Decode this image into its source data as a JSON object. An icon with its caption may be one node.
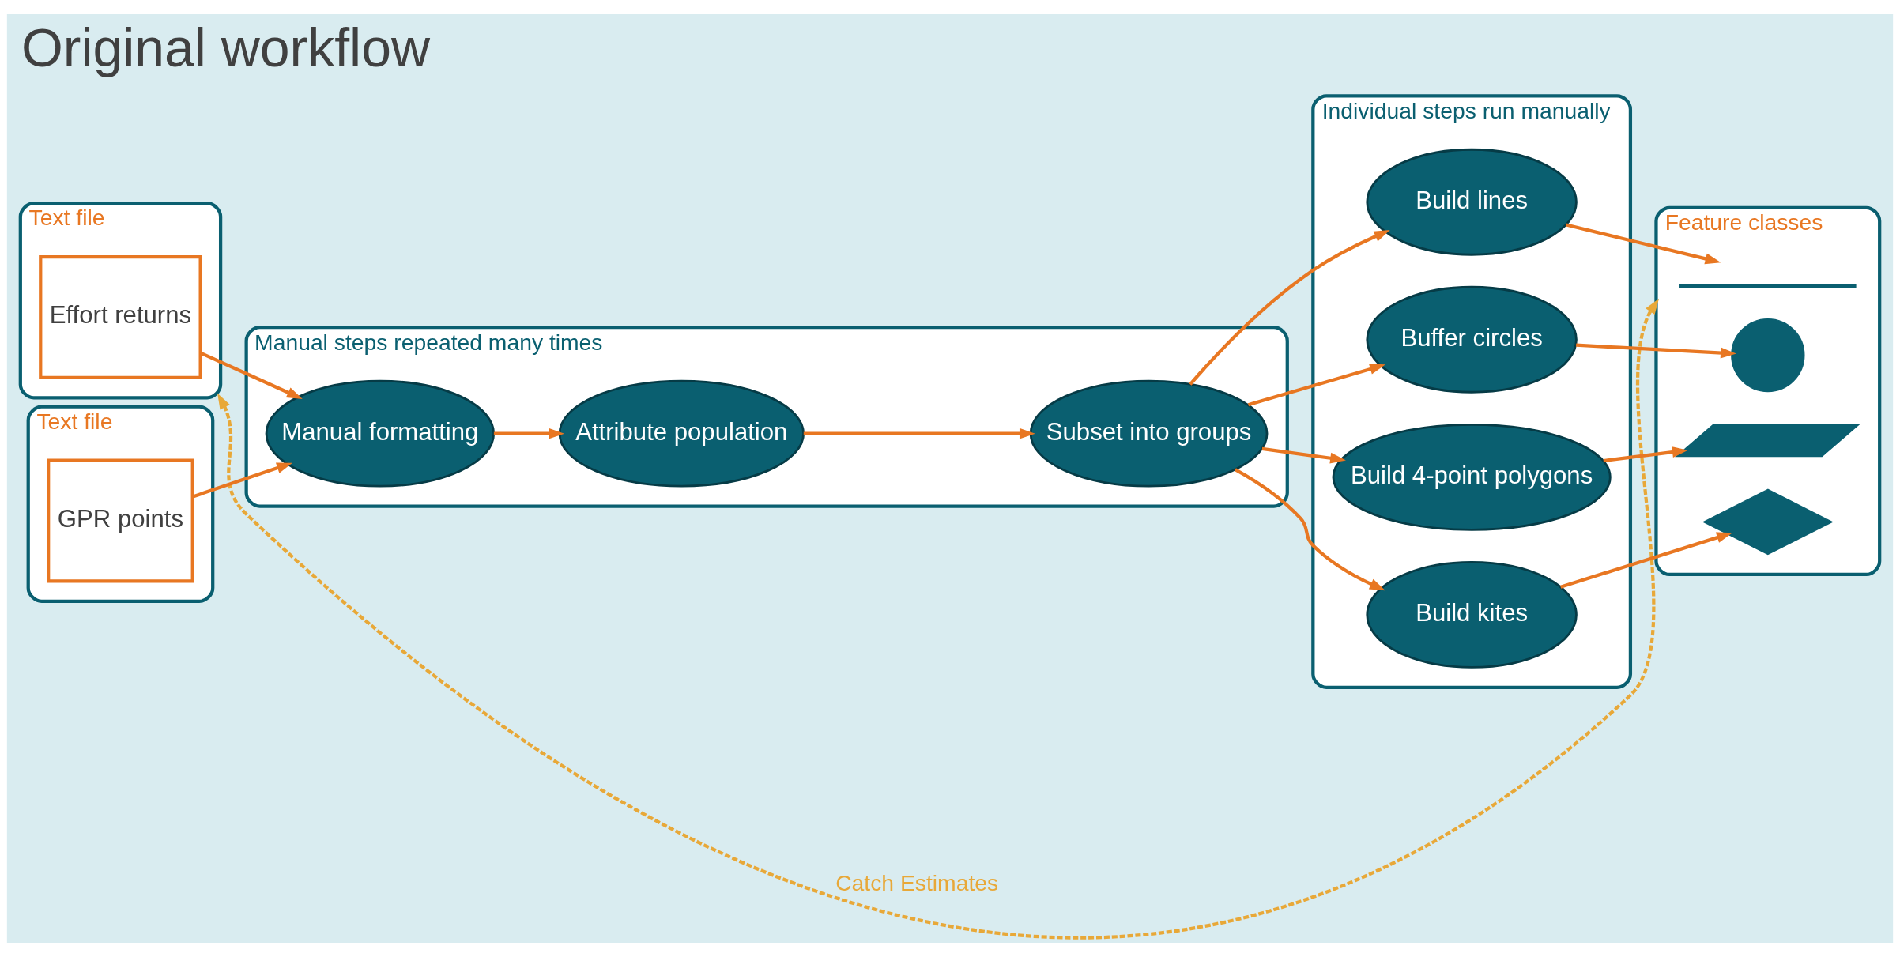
{
  "diagram": {
    "title": "Original workflow",
    "nodes": [
      {
        "text": [
          "Text file"
        ]
      },
      {
        "text": [
          "Effort returns"
        ],
        "in": 0
      },
      {
        "text": [
          "Text file"
        ]
      },
      {
        "text": [
          "GPR points"
        ],
        "in": 2
      },
      {
        "text": [
          "Manual steps repeated many times"
        ]
      },
      {
        "text": [
          "Manual formatting"
        ],
        "in": 4
      },
      {
        "text": [
          "Attribute population"
        ],
        "in": 4
      },
      {
        "text": [
          "Subset into groups"
        ],
        "in": 4
      },
      {
        "text": [
          "Individual steps run manually"
        ]
      },
      {
        "text": [
          "Build lines"
        ],
        "in": 8
      },
      {
        "text": [
          "Buffer circles"
        ],
        "in": 8
      },
      {
        "text": [
          "Build 4-point polygons"
        ],
        "in": 8
      },
      {
        "text": [
          "Build kites"
        ],
        "in": 8
      },
      {
        "text": [
          "Feature classes"
        ]
      },
      {
        "text": [],
        "shape": "line",
        "in": 13
      },
      {
        "text": [],
        "shape": "circle",
        "in": 13
      },
      {
        "text": [],
        "shape": "parallelogram",
        "in": 13
      },
      {
        "text": [],
        "shape": "kite",
        "in": 13
      }
    ],
    "edges": [
      {
        "from": 1,
        "to": 5,
        "arrow": "to"
      },
      {
        "from": 3,
        "to": 5,
        "arrow": "to"
      },
      {
        "from": 5,
        "to": 6,
        "arrow": "to"
      },
      {
        "from": 6,
        "to": 7,
        "arrow": "to"
      },
      {
        "from": 7,
        "to": 9,
        "arrow": "to"
      },
      {
        "from": 7,
        "to": 10,
        "arrow": "to"
      },
      {
        "from": 7,
        "to": 11,
        "arrow": "to"
      },
      {
        "from": 7,
        "to": 12,
        "arrow": "to"
      },
      {
        "from": 9,
        "to": 14,
        "arrow": "to"
      },
      {
        "from": 10,
        "to": 15,
        "arrow": "to"
      },
      {
        "from": 11,
        "to": 16,
        "arrow": "to"
      },
      {
        "from": 12,
        "to": 17,
        "arrow": "to"
      },
      {
        "from": 0,
        "to": 13,
        "arrow": "both",
        "label": "Catch Estimates",
        "style": "dashed",
        "color": "#e8a838"
      }
    ]
  }
}
